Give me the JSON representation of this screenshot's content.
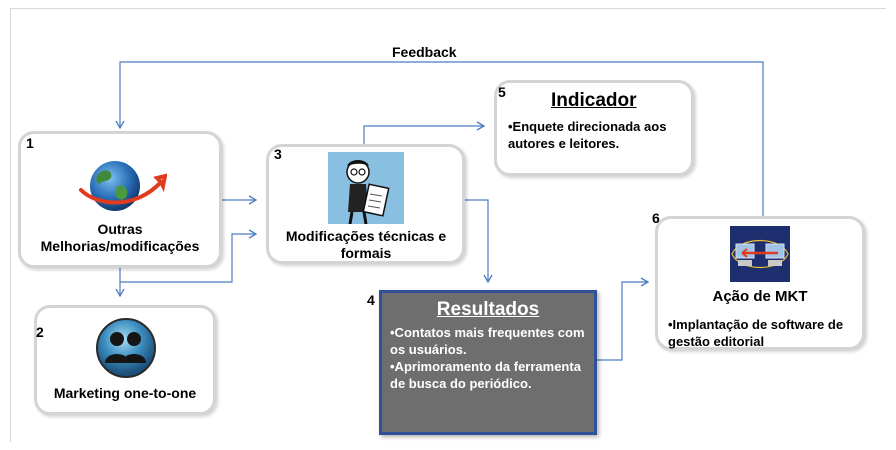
{
  "feedback_label": "Feedback",
  "boxes": {
    "b1": {
      "number": "1",
      "label_line1": "Outras",
      "label_line2": "Melhorias/modificações",
      "icon": "globe-icon"
    },
    "b2": {
      "number": "2",
      "label": "Marketing one-to-one",
      "icon": "people-icon"
    },
    "b3": {
      "number": "3",
      "label_line1": "Modificações técnicas e",
      "label_line2": "formais",
      "icon": "person-clipboard-icon"
    },
    "b4": {
      "number": "4",
      "title": "Resultados",
      "bullets": [
        "•Contatos mais frequentes com os usuários.",
        "•Aprimoramento da ferramenta de busca do periódico."
      ]
    },
    "b5": {
      "number": "5",
      "title": "Indicador",
      "bullets": [
        "•Enquete direcionada aos autores e leitores."
      ]
    },
    "b6": {
      "number": "6",
      "title": "Ação de MKT",
      "bullets": [
        "•Implantação de software de gestão editorial"
      ],
      "icon": "computer-network-icon"
    }
  },
  "colors": {
    "arrow": "#4a7cc0",
    "box_border": "#d4d4d4",
    "results_bg": "#6e6e6e",
    "results_border": "#30509a"
  }
}
